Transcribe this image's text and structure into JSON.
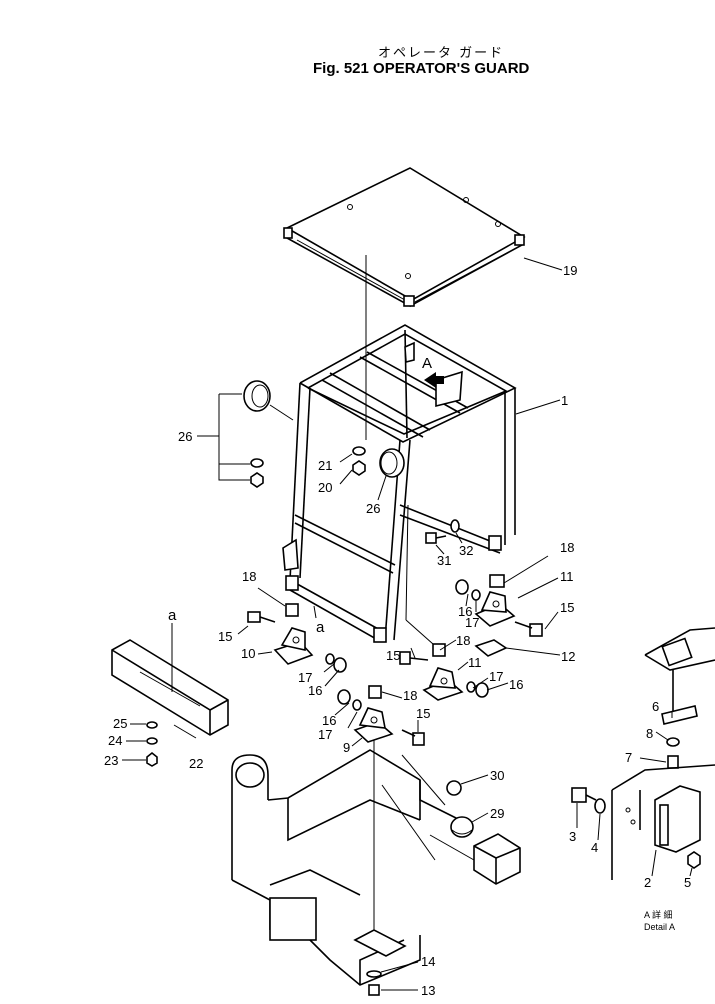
{
  "title": {
    "jp": "オペレータ ガード",
    "en": "Fig. 521 OPERATOR'S GUARD"
  },
  "callouts": [
    "1",
    "2",
    "3",
    "4",
    "5",
    "6",
    "7",
    "8",
    "9",
    "10",
    "11",
    "11",
    "12",
    "13",
    "14",
    "15",
    "15",
    "15",
    "15",
    "16",
    "16",
    "16",
    "16",
    "17",
    "17",
    "17",
    "17",
    "18",
    "18",
    "18",
    "18",
    "19",
    "20",
    "21",
    "22",
    "23",
    "24",
    "25",
    "26",
    "26",
    "29",
    "30",
    "31",
    "32"
  ],
  "markers": {
    "view_arrow": "A",
    "section_a1": "a",
    "section_a2": "a"
  },
  "detail": {
    "jp": "A 詳 細",
    "en": "Detail A"
  },
  "colors": {
    "ink": "#000000",
    "paper": "#ffffff"
  }
}
